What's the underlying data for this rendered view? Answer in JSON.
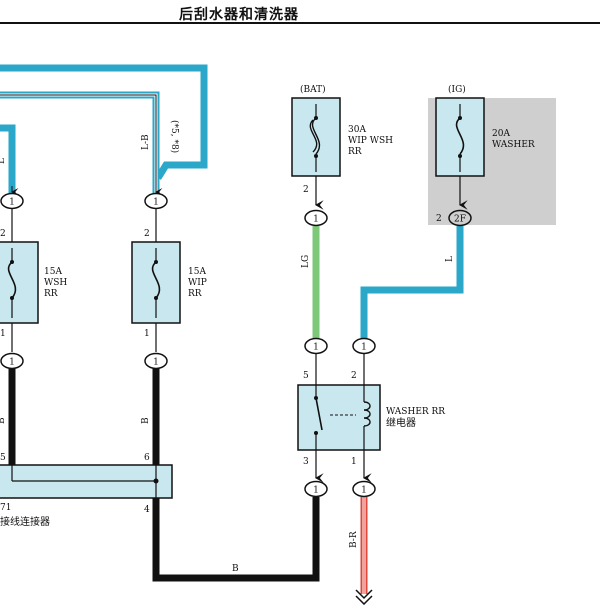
{
  "header": {
    "title": "后刮水器和清洗器"
  },
  "fuses": [
    {
      "id": "wsh-15a",
      "amp": "15A",
      "l1": "WSH",
      "l2": "RR",
      "pin_top": "2",
      "pin_bottom": "1"
    },
    {
      "id": "wip-15a",
      "amp": "15A",
      "l1": "WIP",
      "l2": "RR",
      "pin_top": "2",
      "pin_bottom": "1"
    },
    {
      "id": "wip-wsh-30a",
      "amp": "30A",
      "l1": "WIP WSH",
      "l2": "RR",
      "source": "(BAT)",
      "pin_bottom": "2"
    },
    {
      "id": "washer-20a",
      "amp": "20A",
      "l1": "WASHER",
      "source": "(IG)",
      "pin_bottom": "2"
    }
  ],
  "connectors": {
    "c1": "1",
    "c2": "1",
    "c3": "1",
    "c4": "1",
    "c5": "1",
    "c6": "2F",
    "c7": "1",
    "c8": "1",
    "c9": "1",
    "c10": "1"
  },
  "wires": {
    "l_left": "L",
    "lb": "L-B",
    "note": "(*5, *8)",
    "lg": "LG",
    "l_right": "L",
    "b_left": "B",
    "b_mid": "B",
    "b_bottom": "B",
    "br": "B-R"
  },
  "relay": {
    "l1": "WASHER RR",
    "l2": "继电器",
    "p5": "5",
    "p2": "2",
    "p3": "3",
    "p1": "1"
  },
  "junction": {
    "p5": "5",
    "p6": "6",
    "p4": "4",
    "id": "71",
    "label": "接线连接器"
  },
  "colors": {
    "wire_blue": "#2aa7c9",
    "wire_green": "#7ec87a",
    "wire_black": "#111111",
    "wire_red": "#e0473a",
    "fill_lightblue": "#c9e7ee",
    "fill_gray": "#cfcfcf"
  }
}
